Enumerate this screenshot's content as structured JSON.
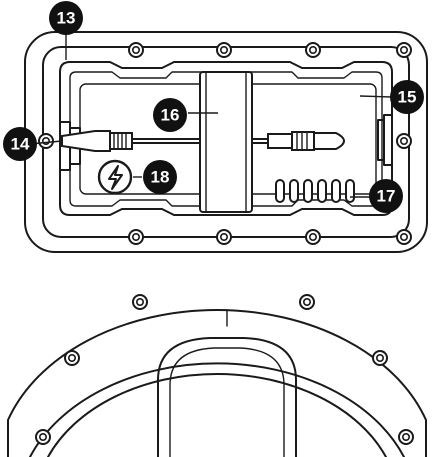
{
  "callouts": [
    {
      "id": "c13",
      "label": "13",
      "name": "callout-13"
    },
    {
      "id": "c14",
      "label": "14",
      "name": "callout-14"
    },
    {
      "id": "c15",
      "label": "15",
      "name": "callout-15"
    },
    {
      "id": "c16",
      "label": "16",
      "name": "callout-16"
    },
    {
      "id": "c17",
      "label": "17",
      "name": "callout-17"
    },
    {
      "id": "c18",
      "label": "18",
      "name": "callout-18"
    }
  ],
  "icons": {
    "power": "lightning-bolt-icon",
    "screw": "screw-icon"
  }
}
